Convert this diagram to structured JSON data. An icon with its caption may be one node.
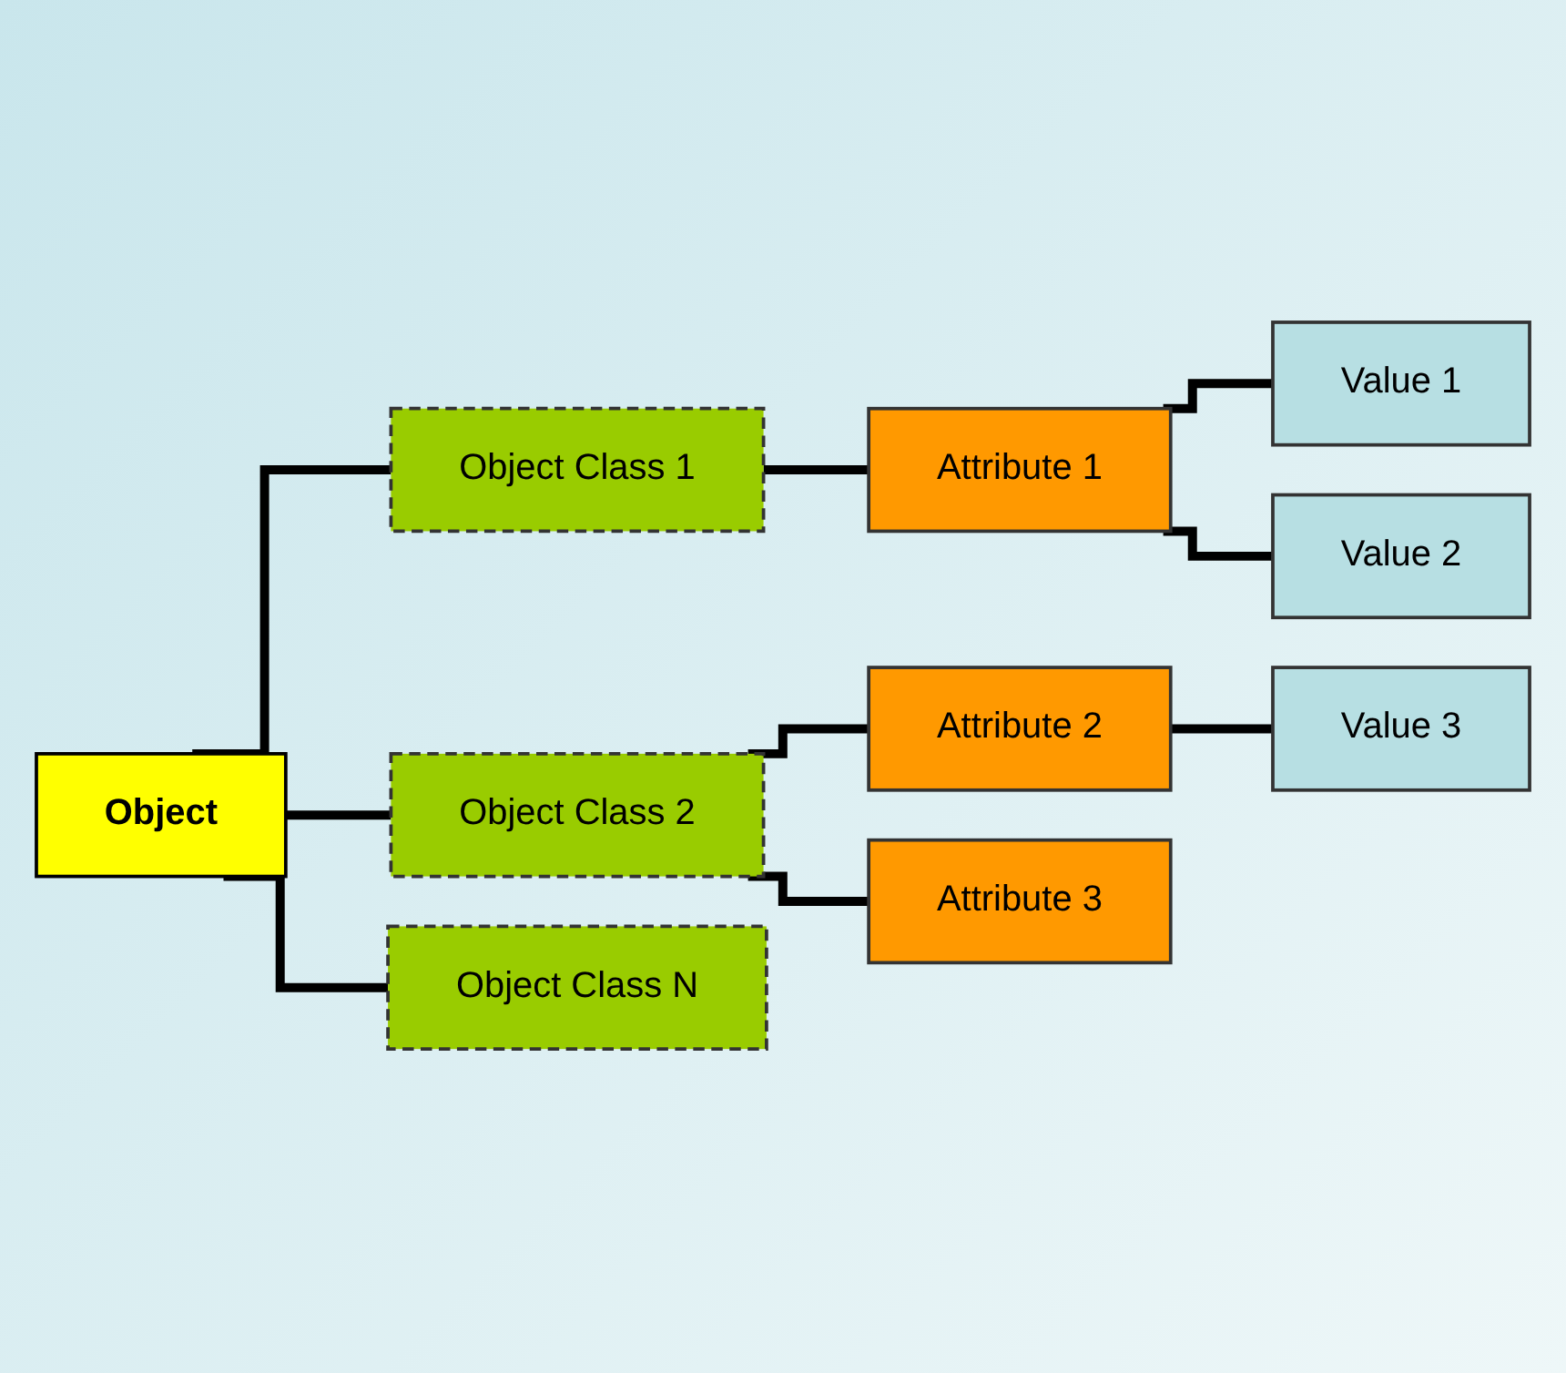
{
  "diagram": {
    "nodes": [
      {
        "text": [
          "Object"
        ]
      },
      {
        "text": [
          "Object Class 1"
        ]
      },
      {
        "text": [
          "Attribute 1"
        ]
      },
      {
        "text": [
          "Value 1"
        ]
      },
      {
        "text": [
          "Value 2"
        ]
      },
      {
        "text": [
          "Object Class 2"
        ]
      },
      {
        "text": [
          "Attribute 2"
        ]
      },
      {
        "text": [
          "Value 3"
        ]
      },
      {
        "text": [
          "Attribute 3"
        ]
      },
      {
        "text": [
          "Object Class N"
        ]
      }
    ],
    "edges": [
      {
        "from": 0,
        "to": 1,
        "arrow": "none"
      },
      {
        "from": 1,
        "to": 2,
        "arrow": "none"
      },
      {
        "from": 2,
        "to": 3,
        "arrow": "none"
      },
      {
        "from": 2,
        "to": 4,
        "arrow": "none"
      },
      {
        "from": 0,
        "to": 5,
        "arrow": "none"
      },
      {
        "from": 5,
        "to": 6,
        "arrow": "none"
      },
      {
        "from": 6,
        "to": 7,
        "arrow": "none"
      },
      {
        "from": 5,
        "to": 8,
        "arrow": "none"
      },
      {
        "from": 0,
        "to": 9,
        "arrow": "none"
      }
    ]
  }
}
